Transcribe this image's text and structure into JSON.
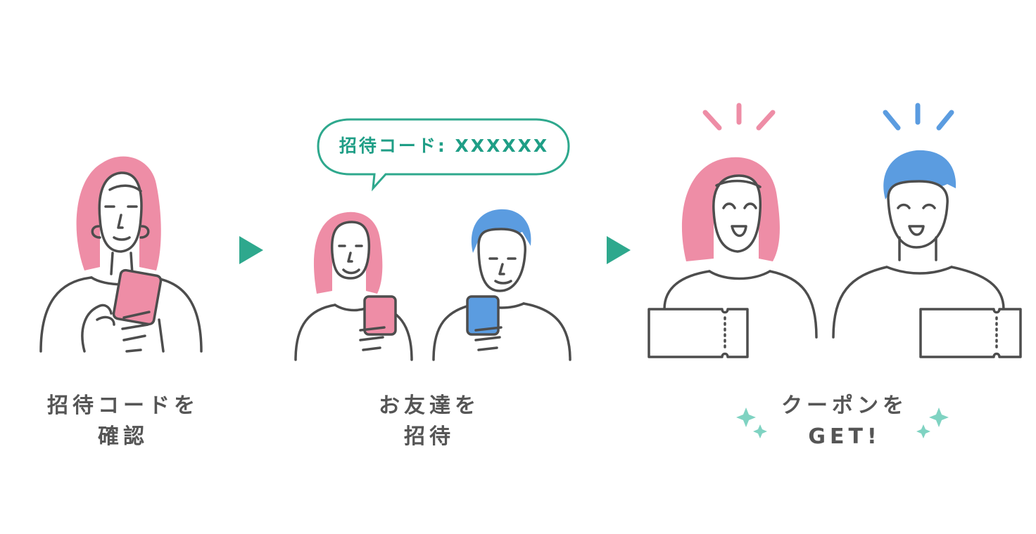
{
  "steps": [
    {
      "line1": "招待コードを",
      "line2": "確認"
    },
    {
      "line1": "お友達を",
      "line2": "招待"
    },
    {
      "line1": "クーポンを",
      "line2": "GET!"
    }
  ],
  "bubble": {
    "text": "招待コード: XXXXXX"
  },
  "colors": {
    "pink": "#ee8da6",
    "blue": "#5b9ce0",
    "teal": "#2ea88d",
    "sparkle": "#7fd3c2",
    "line": "#4d4d4d",
    "text": "#555555"
  },
  "icons": [
    "arrow-right-icon",
    "sparkle-icon",
    "coupon-ticket-icon",
    "smartphone-icon"
  ]
}
